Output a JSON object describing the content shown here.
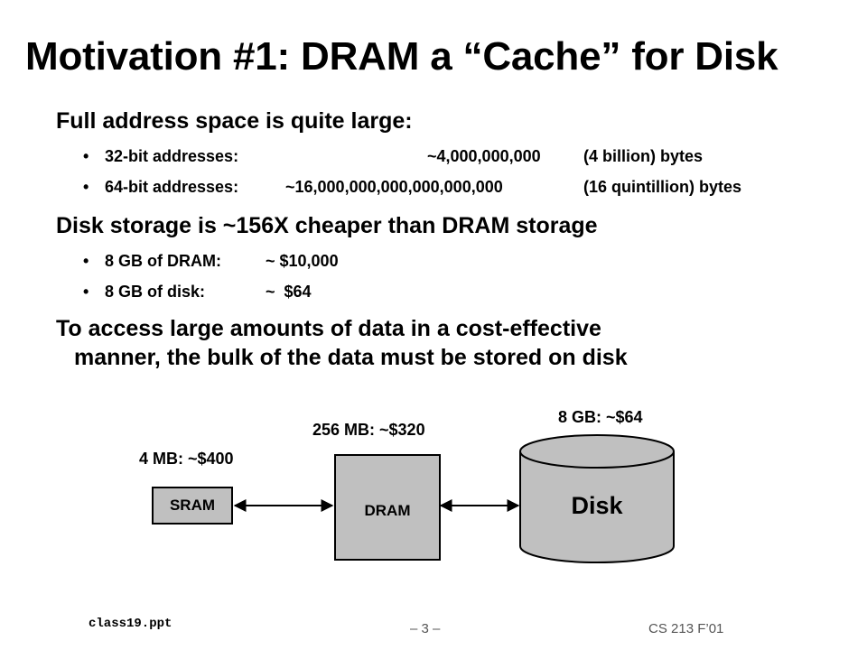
{
  "slide": {
    "title": "Motivation #1: DRAM a “Cache” for Disk",
    "point1": {
      "heading": "Full address space is quite large:",
      "bullets": [
        {
          "label": "32-bit addresses:",
          "value": "~4,000,000,000",
          "note": "(4 billion) bytes"
        },
        {
          "label": "64-bit addresses:",
          "value": "~16,000,000,000,000,000,000",
          "note": "(16 quintillion) bytes"
        }
      ]
    },
    "point2": {
      "heading": "Disk storage is ~156X cheaper than DRAM storage",
      "bullets": [
        {
          "label": "8 GB of DRAM:",
          "value": "~ $10,000"
        },
        {
          "label": "8 GB of disk:",
          "value": "~  $64"
        }
      ]
    },
    "point3": {
      "line1": "To access large amounts of data in a cost-effective",
      "line2": "manner, the bulk of the data must be stored on disk"
    },
    "bullet_glyph": "•",
    "diagram": {
      "sram": {
        "label": "SRAM",
        "caption": "4 MB: ~$400"
      },
      "dram": {
        "label": "DRAM",
        "caption": "256 MB: ~$320"
      },
      "disk": {
        "label": "Disk",
        "caption": "8 GB: ~$64"
      }
    },
    "footer": {
      "file": "class19.ppt",
      "page": "– 3 –",
      "course": "CS 213 F’01"
    }
  }
}
